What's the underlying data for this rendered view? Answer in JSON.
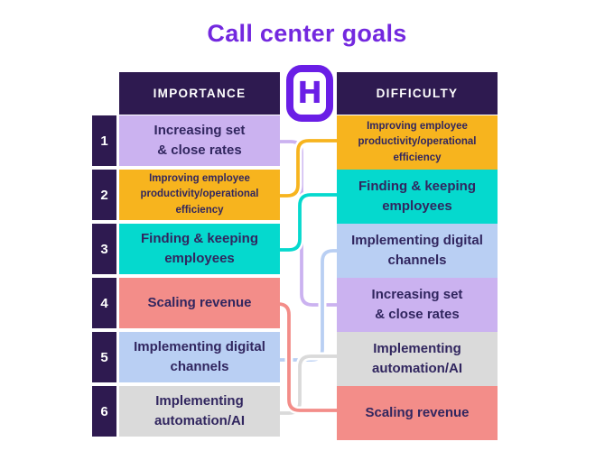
{
  "title": "Call center goals",
  "logo": {
    "letter": "H"
  },
  "headers": {
    "left": "IMPORTANCE",
    "right": "DIFFICULTY"
  },
  "importance_rows": [
    {
      "rank": "1",
      "label": "Increasing set\n& close rates",
      "color": "lavender",
      "small": false
    },
    {
      "rank": "2",
      "label": "Improving employee\nproductivity/operational\nefficiency",
      "color": "orange",
      "small": true
    },
    {
      "rank": "3",
      "label": "Finding & keeping\nemployees",
      "color": "teal",
      "small": false
    },
    {
      "rank": "4",
      "label": "Scaling revenue",
      "color": "salmon",
      "small": false
    },
    {
      "rank": "5",
      "label": "Implementing digital\nchannels",
      "color": "blue",
      "small": false
    },
    {
      "rank": "6",
      "label": "Implementing\nautomation/AI",
      "color": "gray",
      "small": false
    }
  ],
  "difficulty_rows": [
    {
      "position": "1",
      "label": "Improving employee\nproductivity/operational\nefficiency",
      "color": "orange",
      "small": true
    },
    {
      "position": "2",
      "label": "Finding & keeping\nemployees",
      "color": "teal",
      "small": false
    },
    {
      "position": "3",
      "label": "Implementing digital\nchannels",
      "color": "blue",
      "small": false
    },
    {
      "position": "4",
      "label": "Increasing set\n& close rates",
      "color": "lavender",
      "small": false
    },
    {
      "position": "5",
      "label": "Implementing\nautomation/AI",
      "color": "gray",
      "small": false
    },
    {
      "position": "6",
      "label": "Scaling revenue",
      "color": "salmon",
      "small": false
    }
  ],
  "connections": [
    {
      "goal": "Increasing set & close rates",
      "importance_rank": 1,
      "difficulty_rank": 4,
      "color": "lavender"
    },
    {
      "goal": "Improving employee productivity/operational efficiency",
      "importance_rank": 2,
      "difficulty_rank": 1,
      "color": "orange"
    },
    {
      "goal": "Finding & keeping employees",
      "importance_rank": 3,
      "difficulty_rank": 2,
      "color": "teal"
    },
    {
      "goal": "Scaling revenue",
      "importance_rank": 4,
      "difficulty_rank": 6,
      "color": "salmon"
    },
    {
      "goal": "Implementing digital channels",
      "importance_rank": 5,
      "difficulty_rank": 3,
      "color": "blue"
    },
    {
      "goal": "Implementing automation/AI",
      "importance_rank": 6,
      "difficulty_rank": 5,
      "color": "gray"
    }
  ],
  "colors": {
    "lavender": "#CBB2F0",
    "orange": "#F7B41E",
    "teal": "#05D9CE",
    "salmon": "#F38D89",
    "blue": "#B9CFF3",
    "gray": "#DADADA",
    "header_bg": "#2E1A50",
    "text_navy": "#31265F",
    "title_purple": "#7328DF",
    "logo_purple": "#6A1EE6"
  }
}
